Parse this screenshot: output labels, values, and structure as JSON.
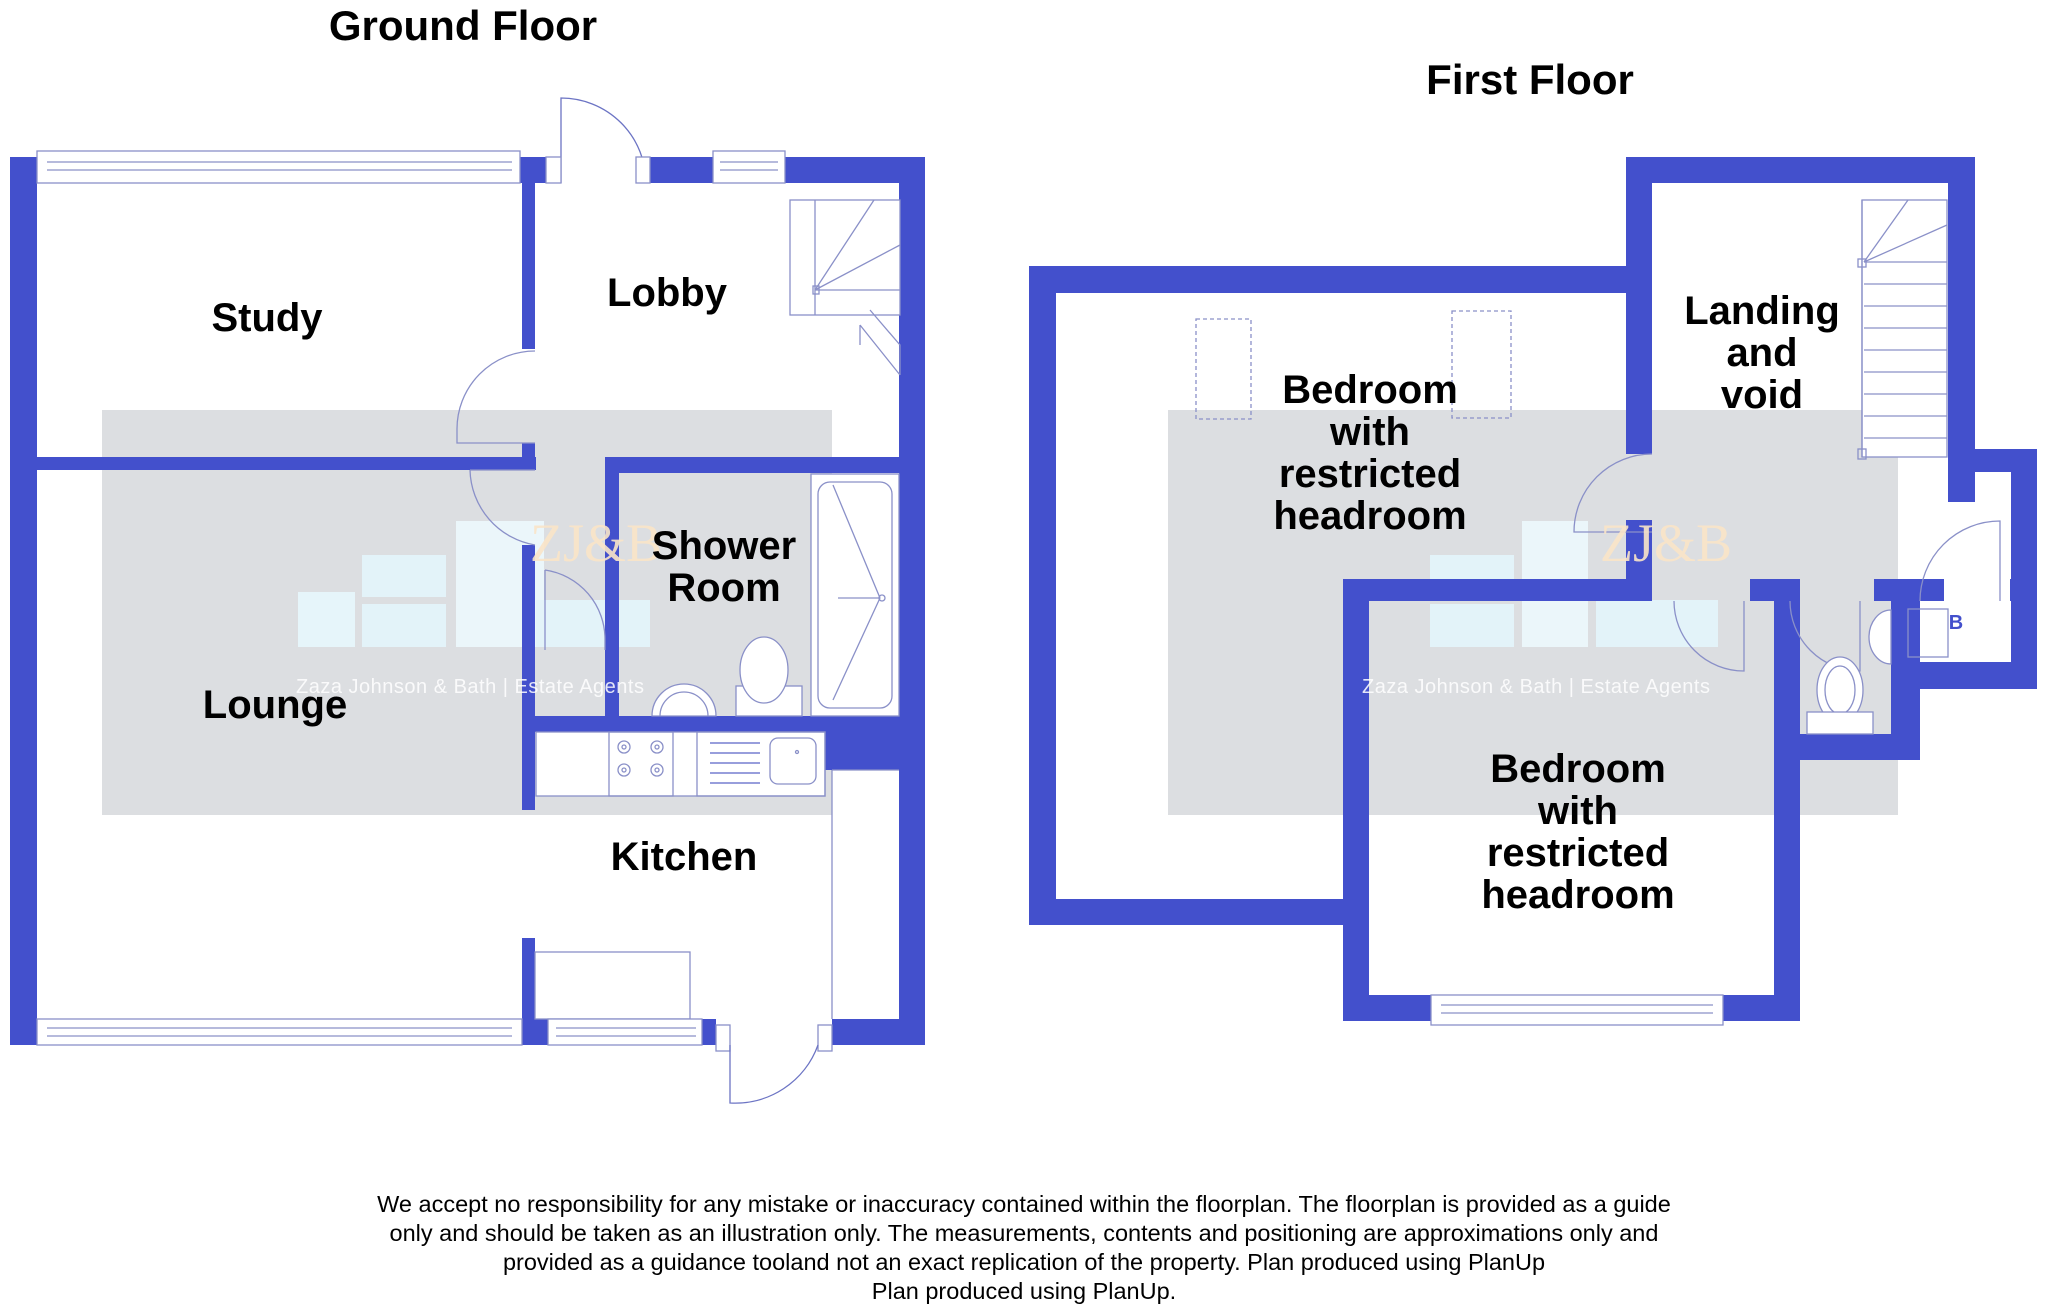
{
  "colors": {
    "wall": "#4350cc",
    "fixture_line": "#5a63c8",
    "watermark_bg": "#dcdee1",
    "watermark_box": "#e3f3f9",
    "background": "#ffffff"
  },
  "ground_floor": {
    "title": "Ground Floor",
    "rooms": [
      {
        "label": "Study"
      },
      {
        "label": "Lobby"
      },
      {
        "label": "Shower\nRoom"
      },
      {
        "label": "Lounge"
      },
      {
        "label": "Kitchen"
      }
    ]
  },
  "first_floor": {
    "title": "First Floor",
    "rooms": [
      {
        "label": "Bedroom\nwith\nrestricted\nheadroom"
      },
      {
        "label": "Landing\nand\nvoid"
      },
      {
        "label": "Bedroom\nwith\nrestricted\nheadroom"
      }
    ],
    "boiler_label": "B"
  },
  "watermark": {
    "logo": "ZJ&B",
    "text": "Zaza Johnson & Bath  |  Estate Agents"
  },
  "disclaimer": {
    "line1": "We accept no responsibility for any mistake or inaccuracy contained within the floorplan. The floorplan is provided as a guide",
    "line2": "only and should be taken as an illustration only. The measurements, contents and positioning are approximations only and",
    "line3": "provided as a guidance tooland not an exact replication of the property. Plan produced using PlanUp",
    "line4": "Plan produced using PlanUp."
  }
}
